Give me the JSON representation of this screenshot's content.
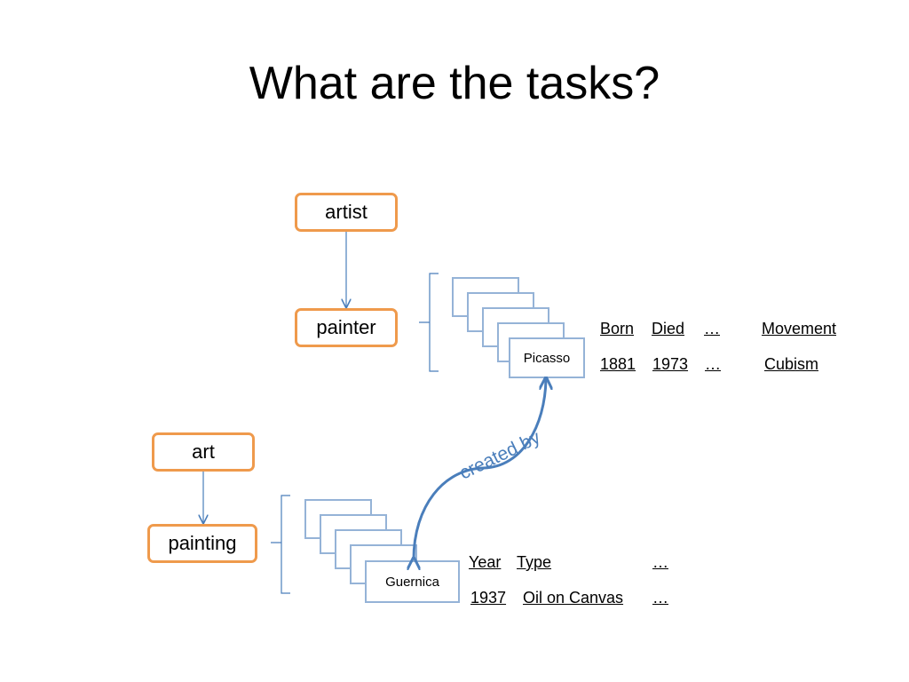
{
  "title": "What are the tasks?",
  "concepts": {
    "artist": "artist",
    "painter": "painter",
    "art": "art",
    "painting": "painting"
  },
  "instances": {
    "painter_front": "Picasso",
    "painting_front": "Guernica"
  },
  "relation": {
    "label": "created by"
  },
  "painter_attributes": {
    "headers": [
      "Born",
      "Died",
      "…",
      "Movement"
    ],
    "values": [
      "1881",
      "1973",
      "…",
      "Cubism"
    ]
  },
  "painting_attributes": {
    "headers": [
      "Year",
      "Type",
      "…"
    ],
    "values": [
      "1937",
      "Oil on Canvas",
      "…"
    ]
  },
  "colors": {
    "concept_border": "#ef9a4c",
    "card_border": "#95b3d7",
    "arrow": "#4a7ebb",
    "relation_label": "#4a7ebb"
  }
}
